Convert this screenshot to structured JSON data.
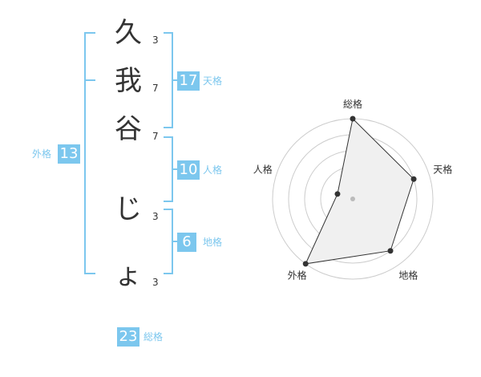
{
  "name_chars": [
    {
      "char": "久",
      "strokes": "3"
    },
    {
      "char": "我",
      "strokes": "7"
    },
    {
      "char": "谷",
      "strokes": "7"
    },
    {
      "char": "じ",
      "strokes": "3"
    },
    {
      "char": "ょ",
      "strokes": "3"
    }
  ],
  "scores": {
    "tenkaku": {
      "value": "17",
      "label": "天格"
    },
    "jinkaku": {
      "value": "10",
      "label": "人格"
    },
    "chikaku": {
      "value": "6",
      "label": "地格"
    },
    "gaikaku": {
      "value": "13",
      "label": "外格"
    },
    "soukaku": {
      "value": "23",
      "label": "総格"
    }
  },
  "chart_data": {
    "type": "radar",
    "axes": [
      "総格",
      "天格",
      "地格",
      "外格",
      "人格"
    ],
    "values": [
      5,
      4,
      4,
      5,
      1
    ],
    "max": 5,
    "rings": 5,
    "colors": {
      "fill": "#f0f0f0",
      "line": "#333333",
      "ring": "#cccccc",
      "center": "#bbbbbb"
    }
  }
}
